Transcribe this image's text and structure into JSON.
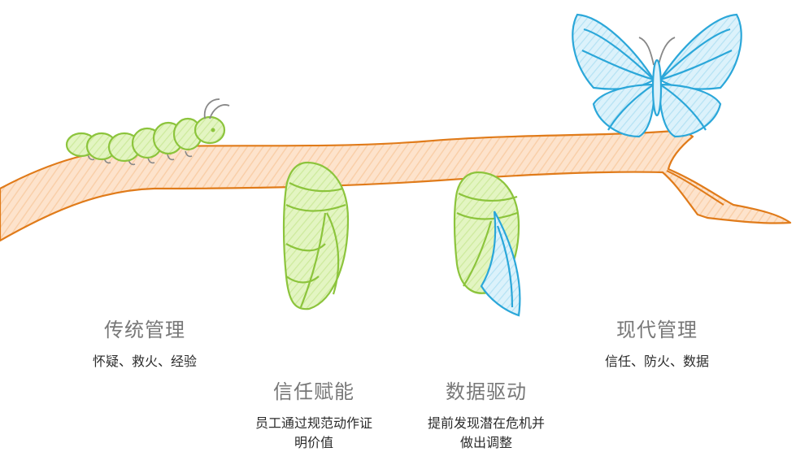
{
  "stages": [
    {
      "title": "传统管理",
      "desc": "怀疑、救火、经验"
    },
    {
      "title": "信任赋能",
      "desc_line1": "员工通过规范动作证",
      "desc_line2": "明价值"
    },
    {
      "title": "数据驱动",
      "desc_line1": "提前发现潜在危机并",
      "desc_line2": "做出调整"
    },
    {
      "title": "现代管理",
      "desc": "信任、防火、数据"
    }
  ],
  "colors": {
    "branch_fill": "#fde3cc",
    "branch_stroke": "#e07b1a",
    "larva_fill": "#dff3b8",
    "larva_stroke": "#8cc43c",
    "wing_fill": "#d3effa",
    "wing_stroke": "#2ba7d9",
    "antenna": "#888888",
    "title_text": "#777777",
    "desc_text": "#2b2b2b"
  },
  "icons": [
    "caterpillar-icon",
    "chrysalis-icon",
    "emerging-chrysalis-icon",
    "butterfly-icon",
    "branch-icon"
  ]
}
